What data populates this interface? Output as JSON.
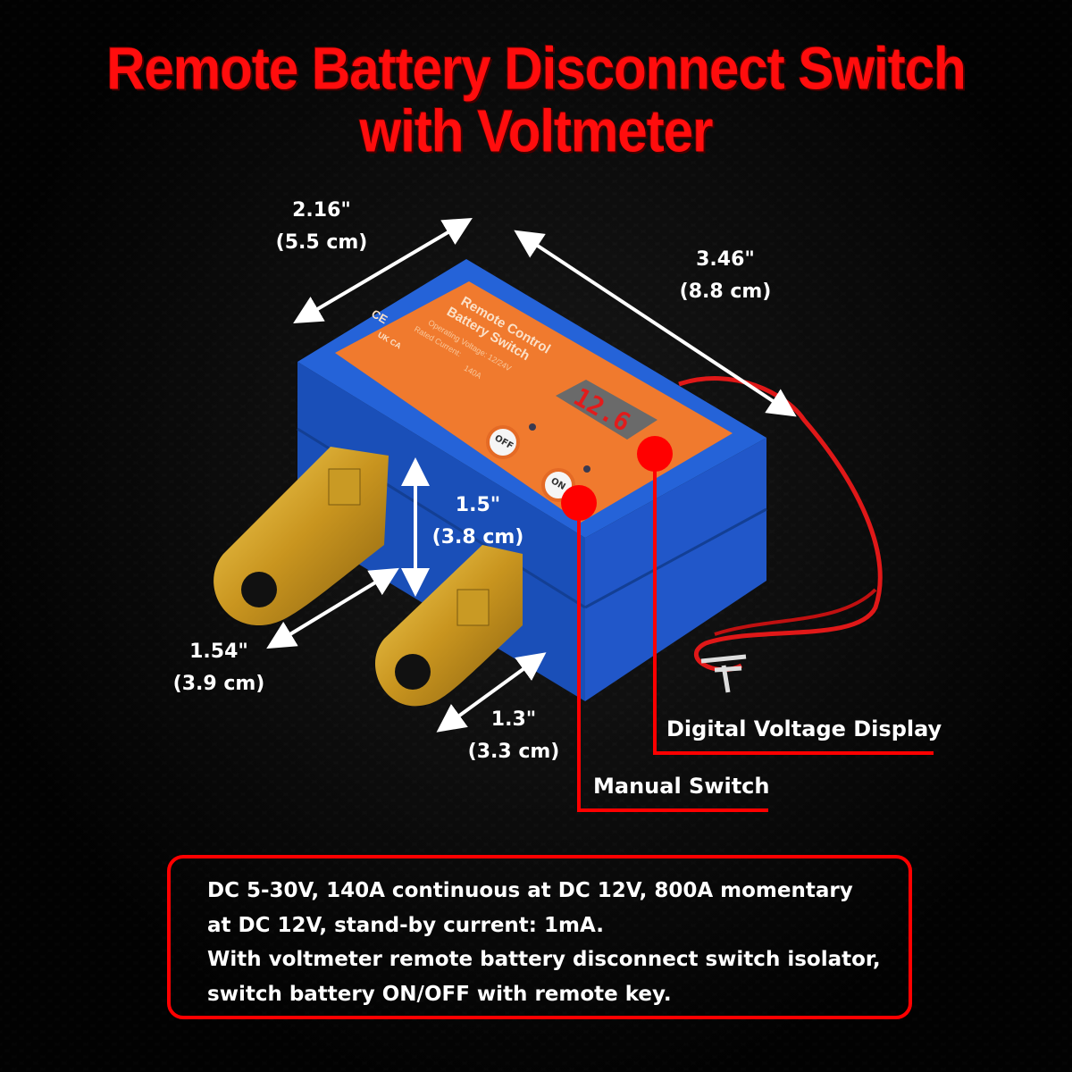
{
  "title": {
    "line1": "Remote Battery Disconnect Switch",
    "line2": "with Voltmeter"
  },
  "dimensions": {
    "width": {
      "in": "2.16\"",
      "cm": "(5.5 cm)"
    },
    "length": {
      "in": "3.46\"",
      "cm": "(8.8 cm)"
    },
    "height": {
      "in": "1.5\"",
      "cm": "(3.8 cm)"
    },
    "terminal_left": {
      "in": "1.54\"",
      "cm": "(3.9 cm)"
    },
    "terminal_right": {
      "in": "1.3\"",
      "cm": "(3.3 cm)"
    }
  },
  "device": {
    "label_line1": "Remote Control",
    "label_line2": "Battery Switch",
    "operating_voltage": "Operating Voltage: 12/24V",
    "rated_current": "Rated Current:",
    "rated_current_value": "140A",
    "cert_ce": "CE",
    "cert_ukca": "UK CA",
    "display_value": "12.6",
    "off_button": "OFF",
    "on_button": "ON"
  },
  "callouts": {
    "display": "Digital Voltage Display",
    "switch": "Manual Switch"
  },
  "specs": [
    "DC 5-30V, 140A continuous at DC 12V, 800A momentary",
    "at DC 12V, stand-by current: 1mA.",
    "With voltmeter remote battery disconnect switch isolator,",
    "switch battery ON/OFF with remote key."
  ],
  "colors": {
    "title": "#ff0d0d",
    "callout": "#ff0000",
    "housing": "#1f5bd1",
    "label": "#f07a2e",
    "terminal": "#d9aa2c"
  }
}
